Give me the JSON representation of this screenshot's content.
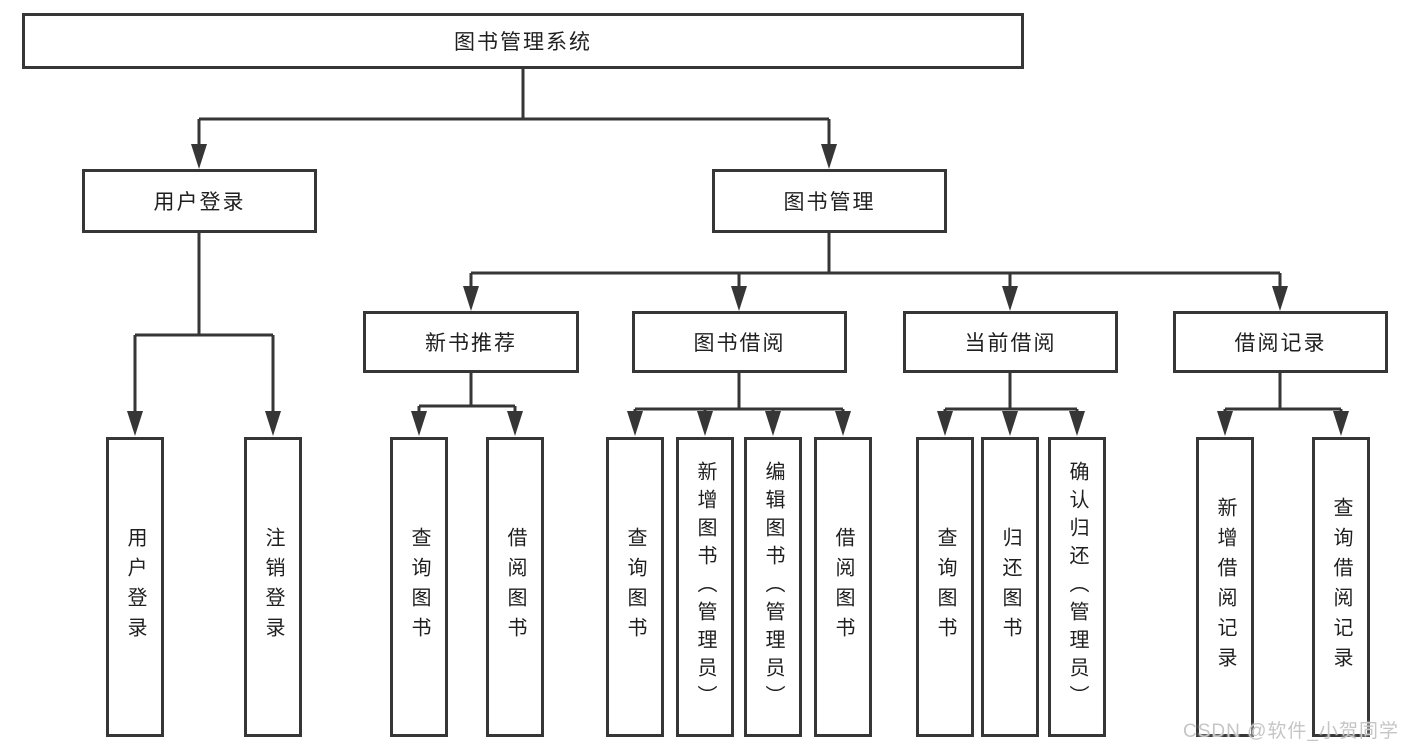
{
  "diagram": {
    "title": "图书管理系统",
    "level2": [
      {
        "label": "用户登录"
      },
      {
        "label": "图书管理"
      }
    ],
    "level3": [
      {
        "label": "新书推荐"
      },
      {
        "label": "图书借阅"
      },
      {
        "label": "当前借阅"
      },
      {
        "label": "借阅记录"
      }
    ],
    "leaves": [
      {
        "label": "用户登录"
      },
      {
        "label": "注销登录"
      },
      {
        "label": "查询图书"
      },
      {
        "label": "借阅图书"
      },
      {
        "label": "查询图书"
      },
      {
        "label": "新增图书（管理员）"
      },
      {
        "label": "编辑图书（管理员）"
      },
      {
        "label": "借阅图书"
      },
      {
        "label": "查询图书"
      },
      {
        "label": "归还图书"
      },
      {
        "label": "确认归还（管理员）"
      },
      {
        "label": "新增借阅记录"
      },
      {
        "label": "查询借阅记录"
      }
    ]
  },
  "watermark": "CSDN @软件_小贺同学",
  "colors": {
    "line": "#363636",
    "box_border": "#363636",
    "box_fill": "#ffffff",
    "text": "#1f1f1f",
    "watermark": "#c6c6c6",
    "background": "#ffffff"
  }
}
